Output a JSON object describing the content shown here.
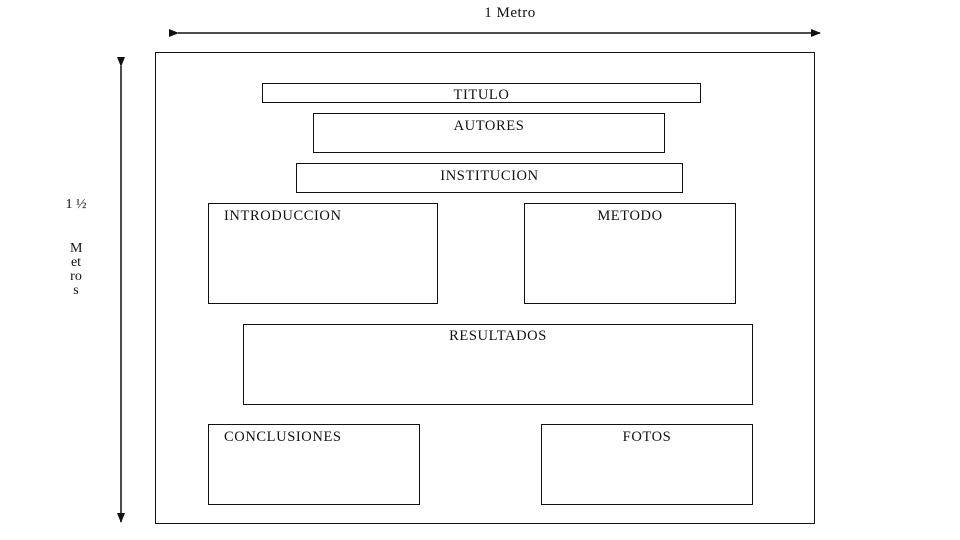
{
  "dimensions": {
    "width_label": "1 Metro",
    "height_fraction": "1 ½",
    "height_unit": "Metros"
  },
  "sections": {
    "titulo": "TITULO",
    "autores": "AUTORES",
    "institucion": "INSTITUCION",
    "introduccion": "INTRODUCCION",
    "metodo": "METODO",
    "resultados": "RESULTADOS",
    "conclusiones": "CONCLUSIONES",
    "fotos": "FOTOS"
  },
  "colors": {
    "line": "#111111",
    "background": "#ffffff"
  }
}
